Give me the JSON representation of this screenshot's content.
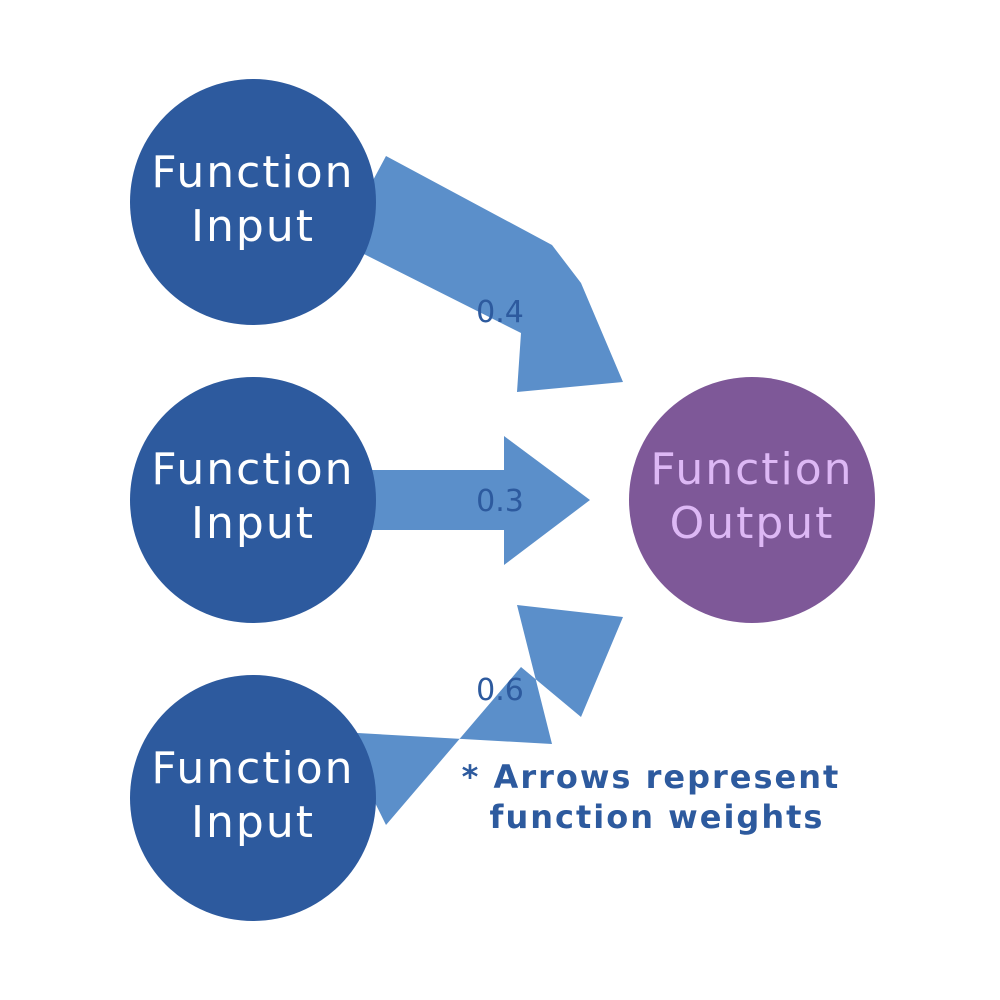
{
  "colors": {
    "background": "#ffffff",
    "input_node": "#2d5a9e",
    "output_node": "#7e5898",
    "input_text": "#ffffff",
    "output_text": "#ddb8f5",
    "arrow": "#5b8fca",
    "weight_text": "#2d5a9e",
    "note_text": "#2d5a9e"
  },
  "inputs": [
    {
      "line1": "Function",
      "line2": "Input"
    },
    {
      "line1": "Function",
      "line2": "Input"
    },
    {
      "line1": "Function",
      "line2": "Input"
    }
  ],
  "output": {
    "line1": "Function",
    "line2": "Output"
  },
  "weights": [
    "0.4",
    "0.3",
    "0.6"
  ],
  "note": {
    "line1": "* Arrows represent",
    "line2": "function weights"
  }
}
